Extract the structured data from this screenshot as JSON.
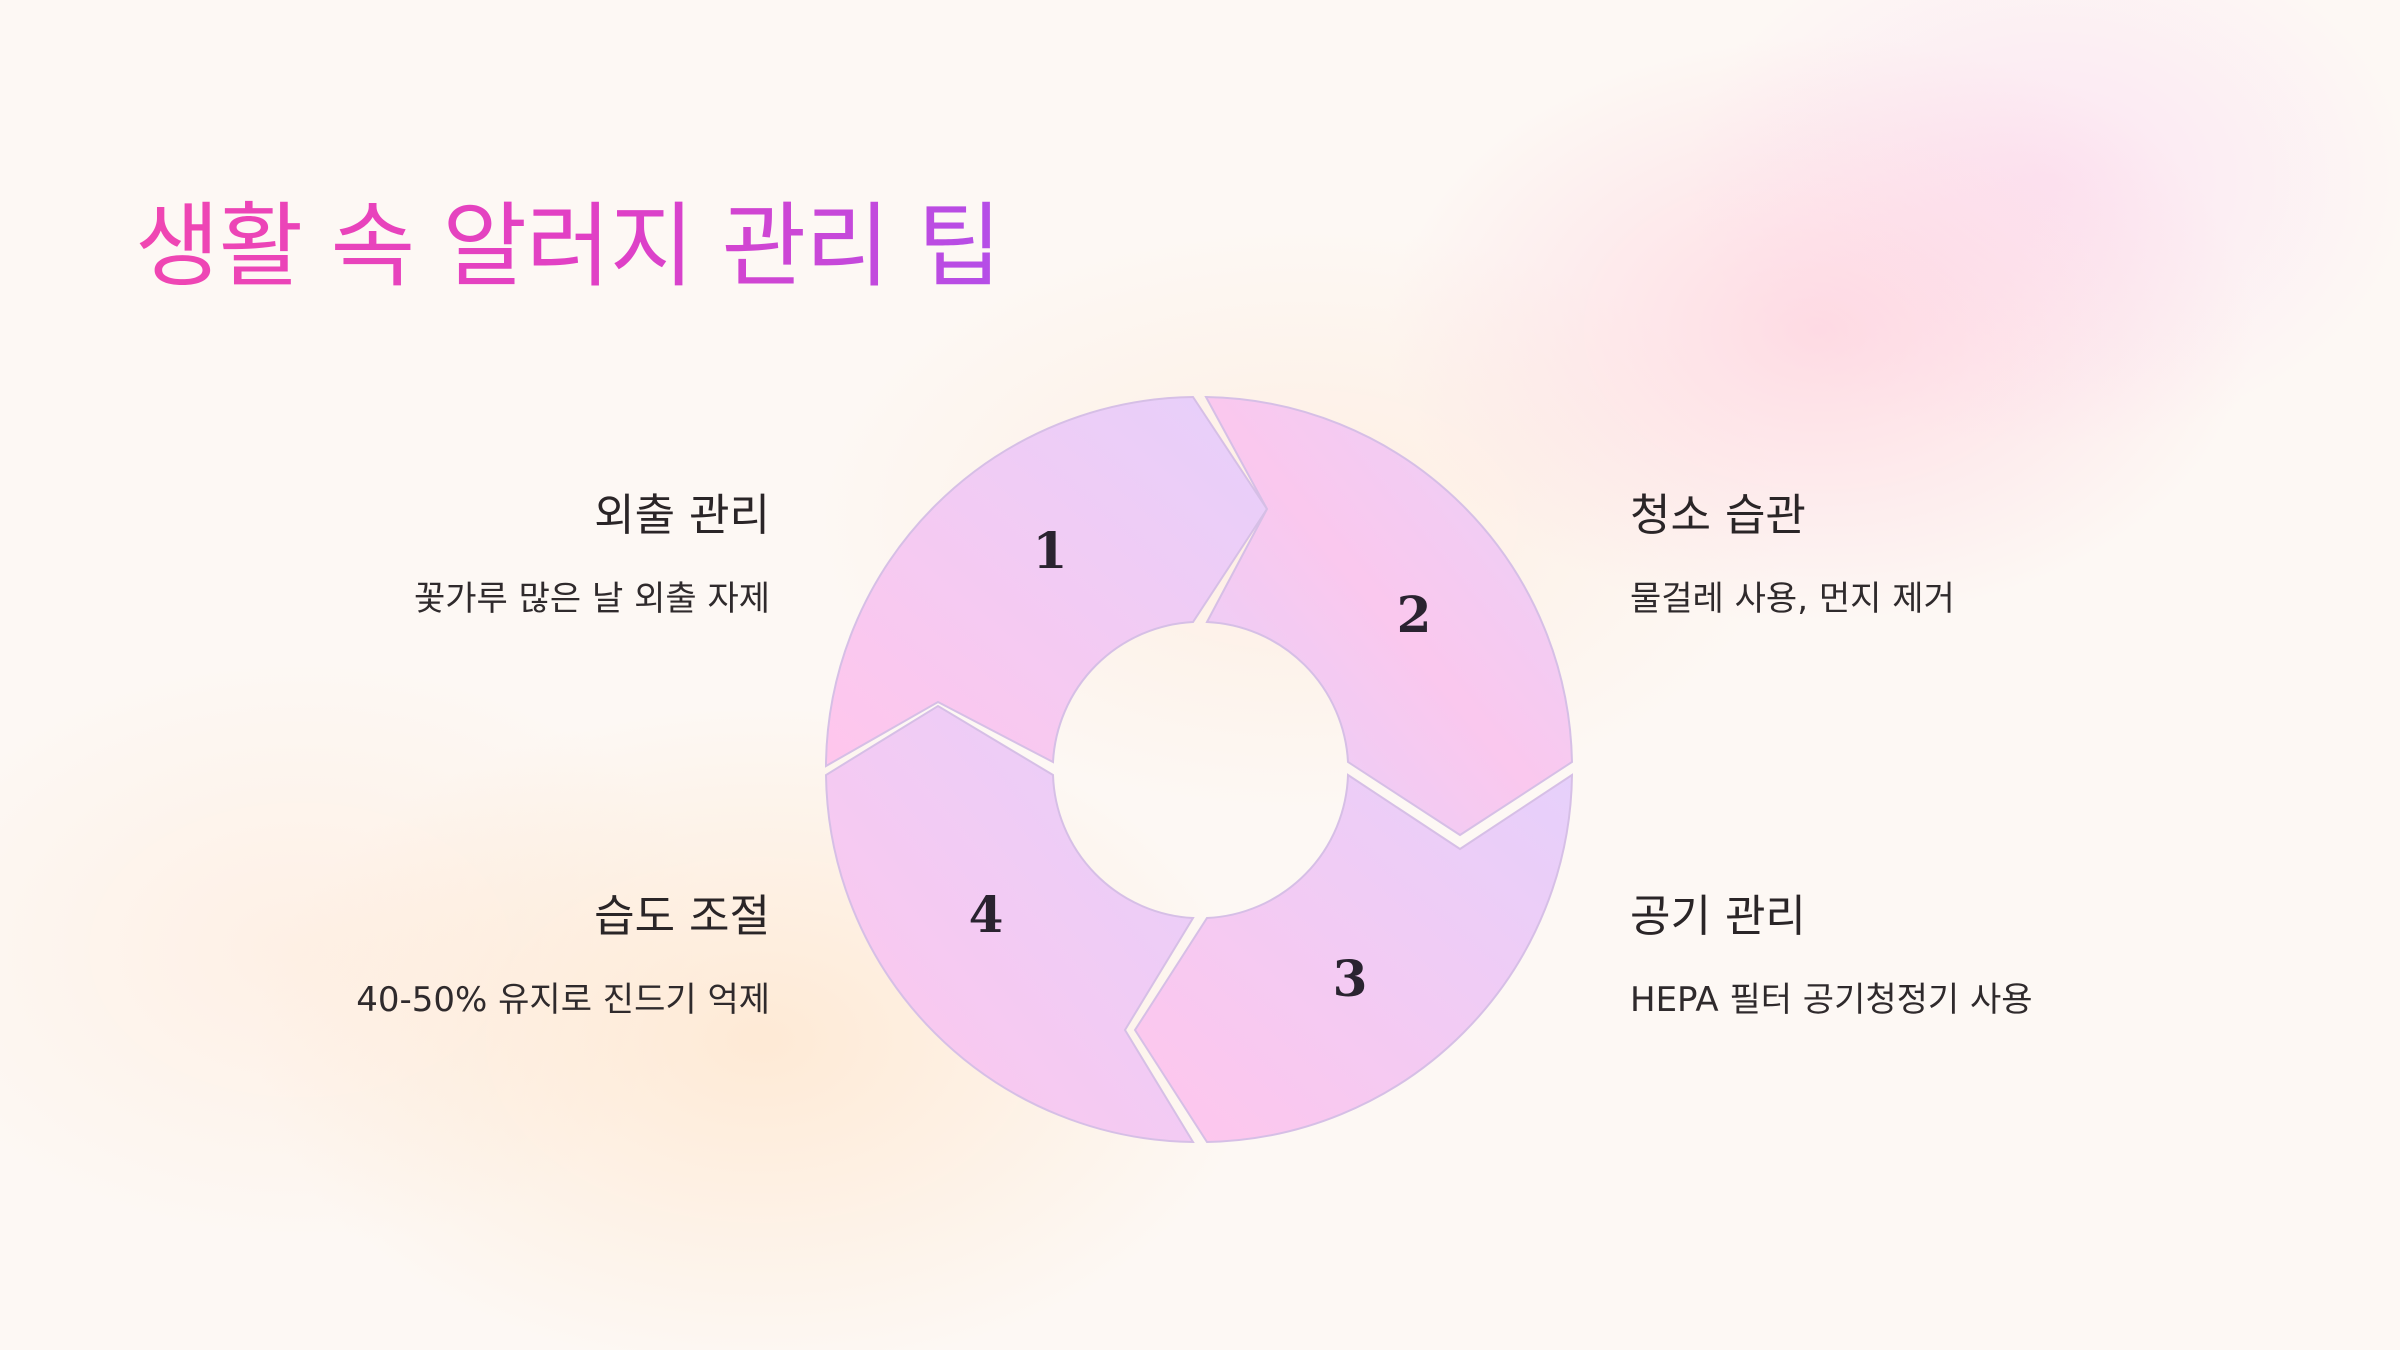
{
  "title": "생활 속 알러지 관리 팁",
  "segments": [
    {
      "number": "1"
    },
    {
      "number": "2"
    },
    {
      "number": "3"
    },
    {
      "number": "4"
    }
  ],
  "items": [
    {
      "heading": "외출 관리",
      "description": "꽃가루 많은 날 외출 자제"
    },
    {
      "heading": "청소 습관",
      "description": "물걸레 사용, 먼지 제거"
    },
    {
      "heading": "공기 관리",
      "description": "HEPA 필터 공기청정기 사용"
    },
    {
      "heading": "습도 조절",
      "description": "40-50% 유지로 진드기 억제"
    }
  ],
  "colors": {
    "title_start": "#f046b2",
    "title_end": "#b44ee8",
    "segment_light": "#e8d2fa",
    "segment_pink": "#ffc6ec",
    "segment_stroke": "#d8bfe4"
  }
}
